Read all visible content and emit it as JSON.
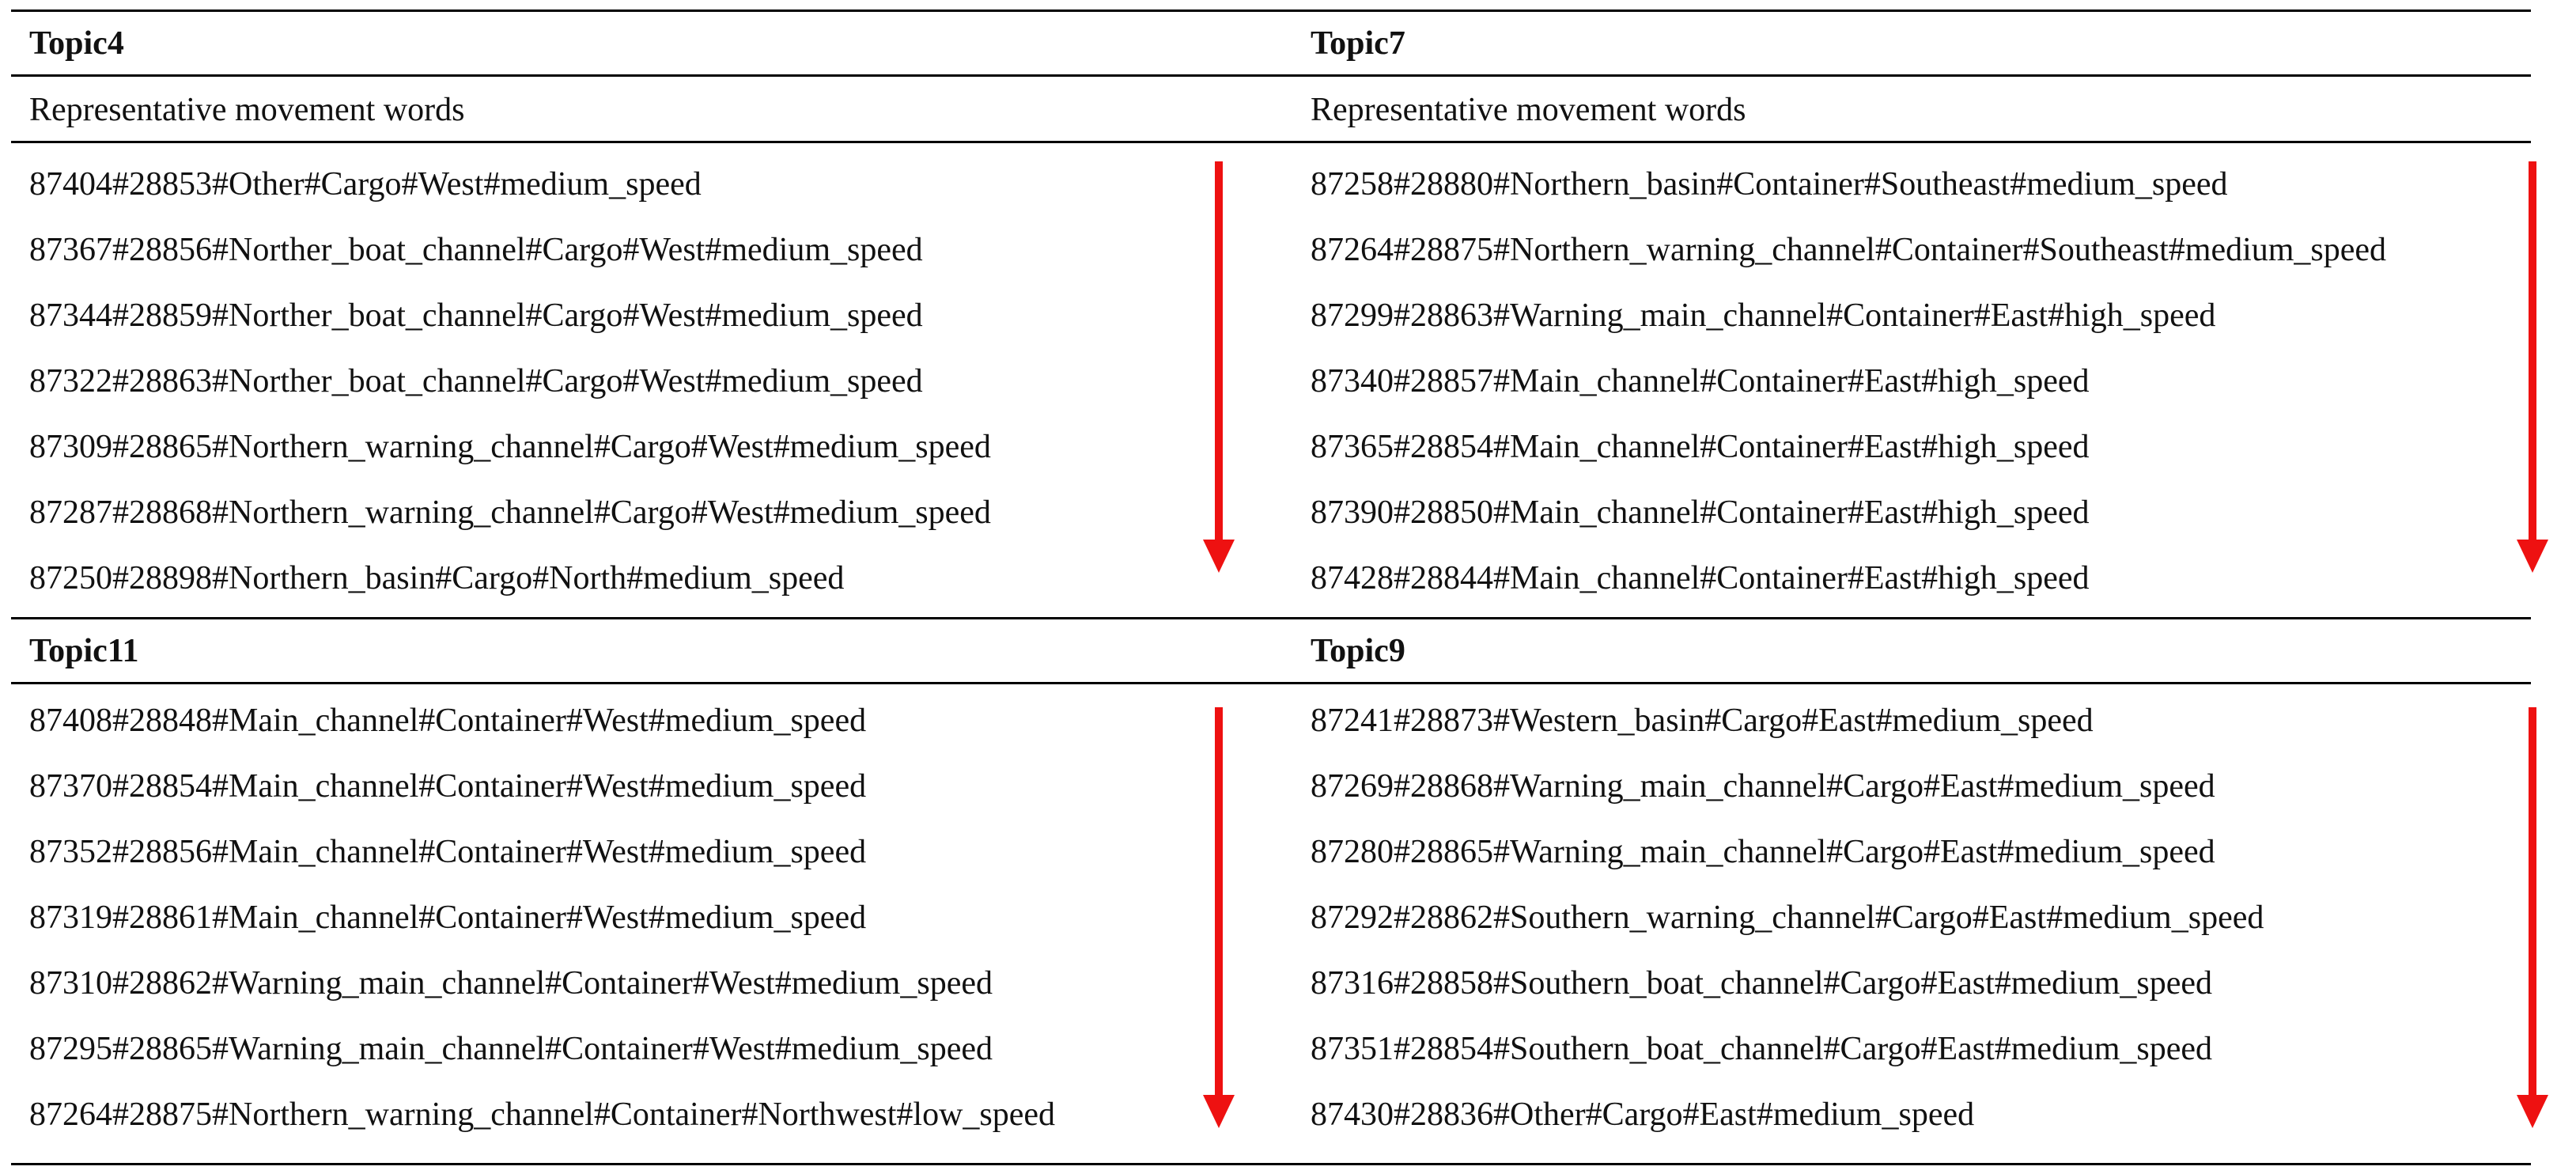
{
  "header_label": "Representative movement words",
  "colors": {
    "rule": "#000000",
    "arrow": "#ee1111",
    "text": "#111111"
  },
  "icons": {
    "arrow": "down-arrow-icon"
  },
  "blocks": [
    {
      "left": {
        "title": "Topic4",
        "words": [
          "87404#28853#Other#Cargo#West#medium_speed",
          "87367#28856#Norther_boat_channel#Cargo#West#medium_speed",
          "87344#28859#Norther_boat_channel#Cargo#West#medium_speed",
          "87322#28863#Norther_boat_channel#Cargo#West#medium_speed",
          "87309#28865#Northern_warning_channel#Cargo#West#medium_speed",
          "87287#28868#Northern_warning_channel#Cargo#West#medium_speed",
          "87250#28898#Northern_basin#Cargo#North#medium_speed"
        ]
      },
      "right": {
        "title": "Topic7",
        "words": [
          "87258#28880#Northern_basin#Container#Southeast#medium_speed",
          "87264#28875#Northern_warning_channel#Container#Southeast#medium_speed",
          "87299#28863#Warning_main_channel#Container#East#high_speed",
          "87340#28857#Main_channel#Container#East#high_speed",
          "87365#28854#Main_channel#Container#East#high_speed",
          "87390#28850#Main_channel#Container#East#high_speed",
          "87428#28844#Main_channel#Container#East#high_speed"
        ]
      }
    },
    {
      "left": {
        "title": "Topic11",
        "words": [
          "87408#28848#Main_channel#Container#West#medium_speed",
          "87370#28854#Main_channel#Container#West#medium_speed",
          "87352#28856#Main_channel#Container#West#medium_speed",
          "87319#28861#Main_channel#Container#West#medium_speed",
          "87310#28862#Warning_main_channel#Container#West#medium_speed",
          "87295#28865#Warning_main_channel#Container#West#medium_speed",
          "87264#28875#Northern_warning_channel#Container#Northwest#low_speed"
        ]
      },
      "right": {
        "title": "Topic9",
        "words": [
          "87241#28873#Western_basin#Cargo#East#medium_speed",
          "87269#28868#Warning_main_channel#Cargo#East#medium_speed",
          "87280#28865#Warning_main_channel#Cargo#East#medium_speed",
          "87292#28862#Southern_warning_channel#Cargo#East#medium_speed",
          "87316#28858#Southern_boat_channel#Cargo#East#medium_speed",
          "87351#28854#Southern_boat_channel#Cargo#East#medium_speed",
          "87430#28836#Other#Cargo#East#medium_speed"
        ]
      }
    }
  ]
}
